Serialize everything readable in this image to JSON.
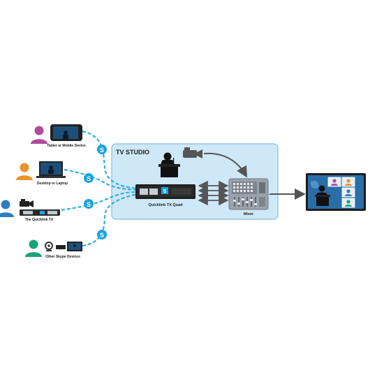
{
  "studio": {
    "title": "TV STUDIO",
    "color": "#cfe8f7",
    "border": "#7fbfe6"
  },
  "devices": {
    "quicklink_quad": {
      "label": "Quicklink TX Quad"
    },
    "mixer": {
      "label": "Mixer"
    }
  },
  "sources": [
    {
      "label": "Tablet or Mobile Device",
      "person_color": "#b04a9a"
    },
    {
      "label": "Desktop or Laptop",
      "person_color": "#e8952a"
    },
    {
      "label": "The Quicklink TX",
      "person_color": "#2f7fbf"
    },
    {
      "label": "Other Skype Devices",
      "person_color": "#1aa37a"
    }
  ],
  "colors": {
    "link_dash": "#2ab0e0",
    "skype_blue": "#1aa3e0",
    "arrow": "#555555",
    "device_dark": "#222222",
    "monitor_screen": "#1d4f7a",
    "output_screen": "#2a6ea8"
  },
  "icons": [
    "skype-icon",
    "person-icon",
    "camera-icon",
    "monitor-icon",
    "laptop-icon",
    "phone-icon",
    "webcam-icon"
  ]
}
